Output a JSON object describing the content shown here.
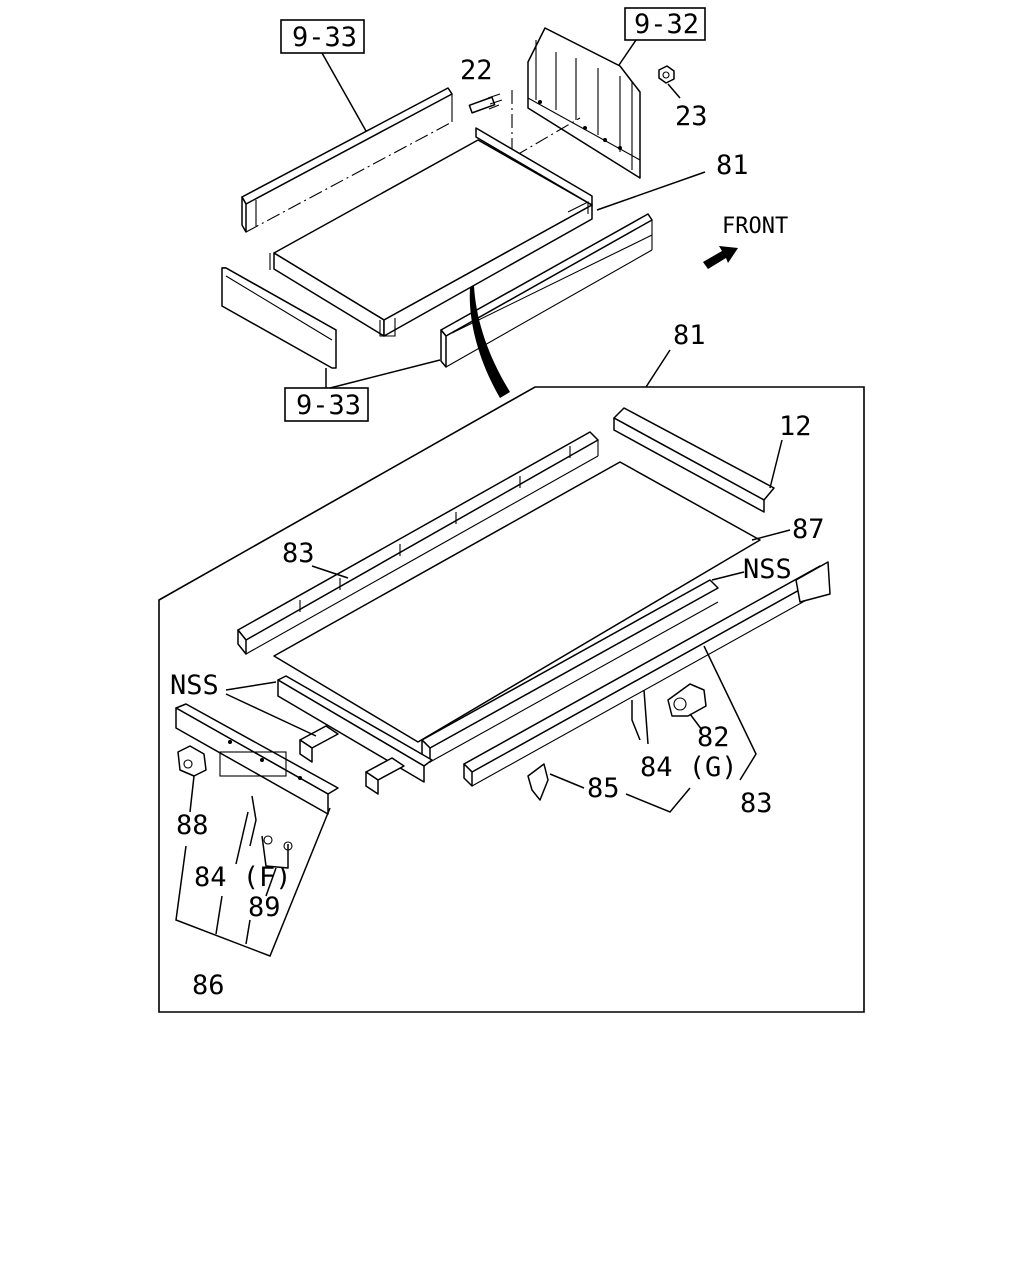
{
  "diagram": {
    "direction_label": "FRONT",
    "ref_labels": {
      "side_panel_top": "9-33",
      "gate": "9-32",
      "side_panel_bottom": "9-33"
    },
    "part_labels": {
      "bolt": "22",
      "nut": "23",
      "deck_assembly_top": "81",
      "deck_assembly_detail": "81",
      "rear_angle": "12",
      "side_rail_left": "83",
      "floor_panel": "87",
      "nss_right": "NSS",
      "nss_left": "NSS",
      "bracket": "82",
      "hook_g": "84 (G)",
      "side_rail_right": "83",
      "stake_bracket": "85",
      "hinge": "88",
      "hook_f": "84 (F)",
      "u_clip": "89",
      "rear_rail_assembly": "86"
    }
  }
}
